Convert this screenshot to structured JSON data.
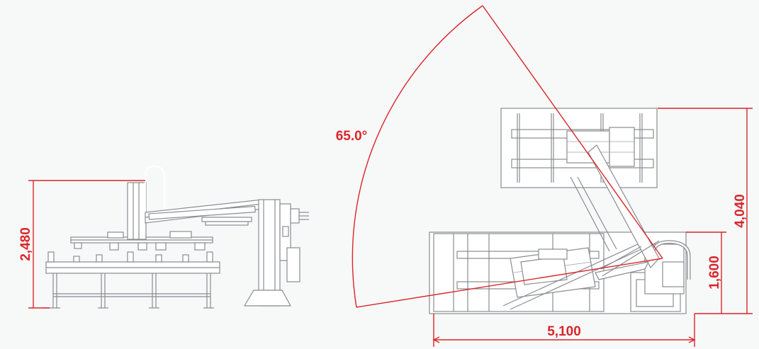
{
  "dimensions": {
    "height_side": "2,480",
    "height_top": "4,040",
    "height_bottom": "1,600",
    "width_bottom": "5,100",
    "swing_angle": "65.0°"
  },
  "colors": {
    "dimension": "#d9262a",
    "machine_line": "#8a8c90",
    "background": "#f7f8f8"
  }
}
